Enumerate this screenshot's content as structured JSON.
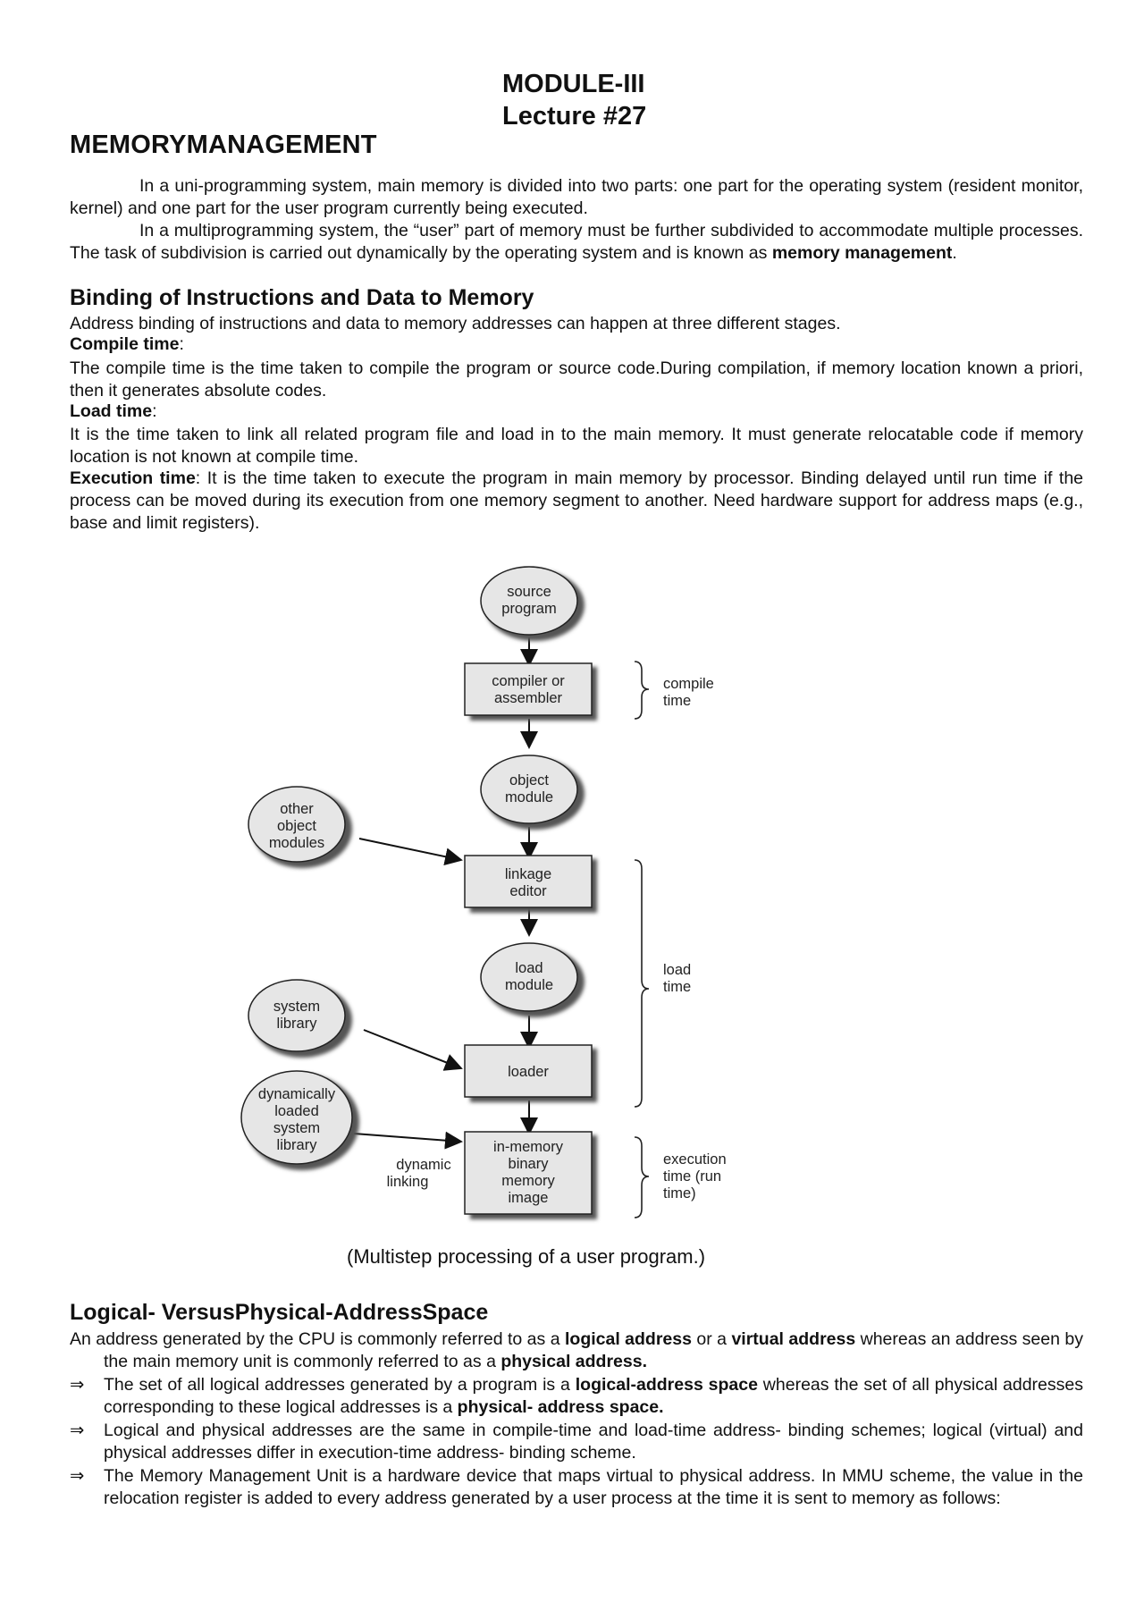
{
  "header": {
    "module": "MODULE-III",
    "lecture": "Lecture #27",
    "title": "MEMORYMANAGEMENT"
  },
  "intro": {
    "p1": "In a uni-programming system, main memory is divided into two parts: one part for the operating system (resident monitor, kernel) and one part for the user program currently being executed.",
    "p2_text": "In a multiprogramming system, the “user” part of memory must be further subdivided to accommodate multiple processes. The task of subdivision is carried out dynamically by the operating system and is known as ",
    "p2_bold": "memory management",
    "p2_end": "."
  },
  "binding": {
    "heading": "Binding of Instructions and Data to Memory",
    "intro": "Address binding of instructions and data to memory addresses can happen at three different stages.",
    "compile_label": "Compile time",
    "compile_colon": ":",
    "compile_text": "The compile time is the time taken to compile the program or source code.During compilation, if memory location known a priori, then it generates absolute codes.",
    "load_label": "Load time",
    "load_colon": ":",
    "load_text": "It is the time taken to link all related program file and load in to the main memory. It must generate relocatable code if memory location is not known at compile time.",
    "exec_label": "Execution time",
    "exec_text": ": It is the time taken to execute the program in main memory by processor. Binding delayed until run time if the process can be moved during its execution from one memory segment to another. Need hardware support for address maps (e.g., base and limit registers)."
  },
  "diagram": {
    "source_program": [
      "source",
      "program"
    ],
    "compiler": [
      "compiler or",
      "assembler"
    ],
    "object_module": [
      "object",
      "module"
    ],
    "other_object_modules": [
      "other",
      "object",
      "modules"
    ],
    "linkage_editor": [
      "linkage",
      "editor"
    ],
    "load_module": [
      "load",
      "module"
    ],
    "system_library": [
      "system",
      "library"
    ],
    "loader": [
      "loader"
    ],
    "dynamic_library": [
      "dynamically",
      "loaded",
      "system",
      "library"
    ],
    "dynamic_linking": [
      "dynamic",
      "linking"
    ],
    "in_memory": [
      "in-memory",
      "binary",
      "memory",
      "image"
    ],
    "compile_time": [
      "compile",
      "time"
    ],
    "load_time": [
      "load",
      "time"
    ],
    "execution_time": [
      "execution",
      "time  (run",
      "time)"
    ],
    "caption": "(Multistep processing of a user program.)"
  },
  "logical": {
    "heading": "Logical- VersusPhysical-AddressSpace",
    "p1_a": "An address generated by the CPU is commonly referred to as a ",
    "p1_b": "logical address",
    "p1_c": " or a ",
    "p1_d": "virtual address",
    "p1_e": " whereas an address seen by the main memory unit is commonly referred to as a ",
    "p1_f": "physical address.",
    "arrow": "⇒",
    "b1_a": "The set of all logical addresses generated by a program is a ",
    "b1_b": "logical-address space",
    "b1_c": " whereas the set of all physical addresses corresponding to these logical addresses is a ",
    "b1_d": "physical- address space.",
    "b2": "Logical and physical addresses are the same in compile-time and load-time address- binding schemes; logical (virtual) and physical addresses differ in execution-time address- binding scheme.",
    "b3": "The Memory Management Unit is a hardware device that maps virtual to physical address. In MMU scheme, the value in the relocation register is added to every address generated by a user process at the time it is sent to memory as follows:"
  }
}
